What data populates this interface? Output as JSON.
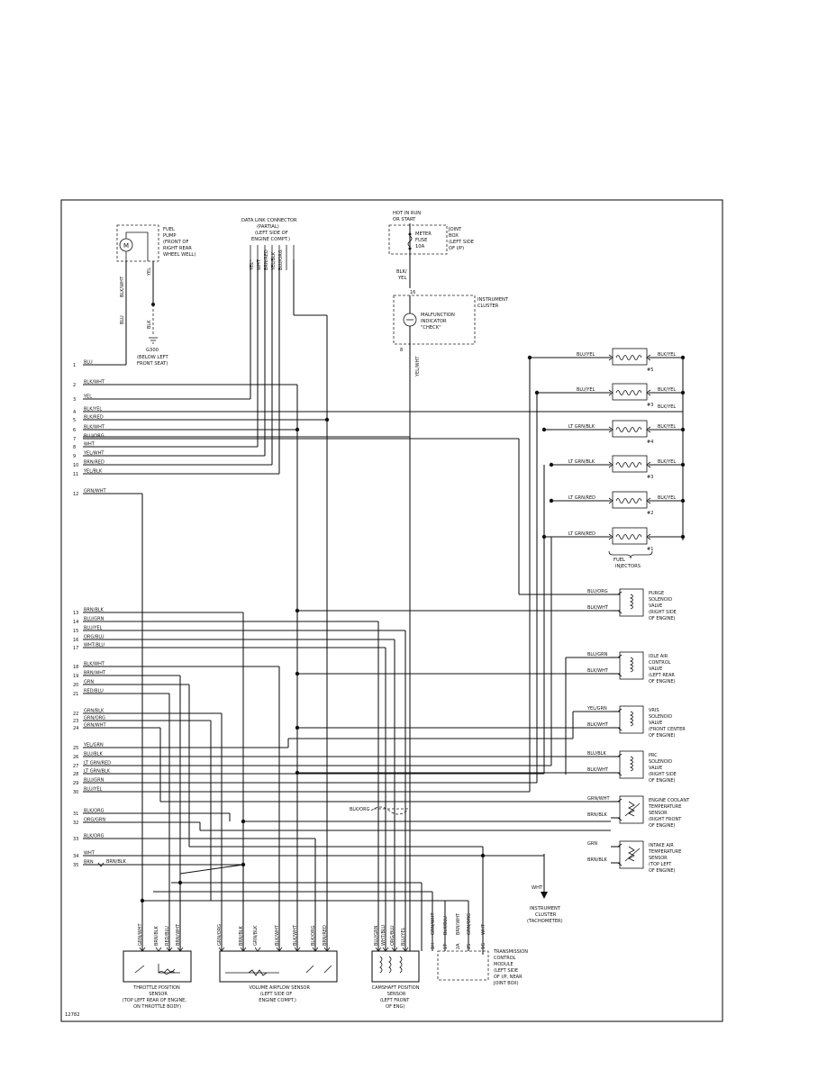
{
  "diagram_id": "12782",
  "harness_pins": [
    {
      "num": "1",
      "label": "BLU"
    },
    {
      "num": "2",
      "label": "BLK/WHT"
    },
    {
      "num": "3",
      "label": "YEL"
    },
    {
      "num": "4",
      "label": "BLK/YEL"
    },
    {
      "num": "5",
      "label": "BLK/RED"
    },
    {
      "num": "6",
      "label": "BLK/WHT"
    },
    {
      "num": "7",
      "label": "BLU/ORG"
    },
    {
      "num": "8",
      "label": "WHT"
    },
    {
      "num": "9",
      "label": "YEL/WHT"
    },
    {
      "num": "10",
      "label": "BRN/RED"
    },
    {
      "num": "11",
      "label": "YEL/BLK"
    },
    {
      "num": "12",
      "label": "GRN/WHT"
    },
    {
      "num": "13",
      "label": "BRN/BLK"
    },
    {
      "num": "14",
      "label": "BLU/GRN"
    },
    {
      "num": "15",
      "label": "BLU/YEL"
    },
    {
      "num": "16",
      "label": "ORG/BLU"
    },
    {
      "num": "17",
      "label": "WHT/BLU"
    },
    {
      "num": "18",
      "label": "BLK/WHT"
    },
    {
      "num": "19",
      "label": "BRN/WHT"
    },
    {
      "num": "20",
      "label": "GRN"
    },
    {
      "num": "21",
      "label": "RED/BLU"
    },
    {
      "num": "22",
      "label": "GRN/BLK"
    },
    {
      "num": "23",
      "label": "GRN/ORG"
    },
    {
      "num": "24",
      "label": "GRN/WHT"
    },
    {
      "num": "25",
      "label": "YEL/GRN"
    },
    {
      "num": "26",
      "label": "BLU/BLK"
    },
    {
      "num": "27",
      "label": "LT GRN/RED"
    },
    {
      "num": "28",
      "label": "LT GRN/BLK"
    },
    {
      "num": "29",
      "label": "BLU/GRN"
    },
    {
      "num": "30",
      "label": "BLU/YEL"
    },
    {
      "num": "31",
      "label": "BLK/ORG"
    },
    {
      "num": "32",
      "label": "ORG/GRN"
    },
    {
      "num": "33",
      "label": "BLK/ORG"
    },
    {
      "num": "34",
      "label": "WHT"
    },
    {
      "num": "35",
      "label": "BRN"
    }
  ],
  "components": {
    "fuel_pump": {
      "line1": "FUEL",
      "line2": "PUMP",
      "line3": "(FRONT OF",
      "line4": "RIGHT REAR",
      "line5": "WHEEL WELL)",
      "symbol": "M",
      "wire_a": "BLK/WHT",
      "wire_b": "YEL",
      "wire_c": "BLU",
      "wire_d": "BLK"
    },
    "ground": {
      "name": "G300",
      "loc1": "(BELOW LEFT",
      "loc2": "FRONT SEAT)"
    },
    "data_link": {
      "line1": "DATA LINK CONNECTOR",
      "line2": "(PARTIAL)",
      "line3": "(LEFT SIDE OF",
      "line4": "ENGINE COMPT.)",
      "pins": [
        "YEL",
        "WHT",
        "BRN/RED",
        "YEL/BLK",
        "BLU/ORG"
      ]
    },
    "power": {
      "line1": "HOT IN RUN",
      "line2": "OR START"
    },
    "joint_box": {
      "fuse1": "METER",
      "fuse2": "FUSE",
      "fuse3": "10A",
      "loc1": "JOINT",
      "loc2": "BOX",
      "loc3": "(LEFT SIDE",
      "loc4": "OF I/P)"
    },
    "instrument_cluster": {
      "line1": "INSTRUMENT",
      "line2": "CLUSTER",
      "lamp1": "MALFUNCTION",
      "lamp2": "INDICATOR",
      "lamp3": "\"CHECK\"",
      "wire_in_1": "BLK/",
      "wire_in_2": "YEL",
      "wire_out": "YEL/WHT",
      "pin_in": "16",
      "pin_out": "8"
    },
    "injectors": {
      "title1": "FUEL",
      "title2": "INJECTORS",
      "items": [
        {
          "id": "#5",
          "wire_in": "BLU/YEL",
          "wire_out": "BLK/YEL"
        },
        {
          "id": "#3",
          "wire_in": "BLU/YEL",
          "wire_out": "BLK/YEL"
        },
        {
          "id": "#4",
          "wire_in": "LT GRN/BLK",
          "wire_out": "BLK/YEL"
        },
        {
          "id": "#3",
          "wire_in": "LT GRN/BLK",
          "wire_out": "BLK/YEL"
        },
        {
          "id": "#2",
          "wire_in": "LT GRN/RED",
          "wire_out": "BLK/YEL"
        },
        {
          "id": "#1",
          "wire_in": "LT GRN/RED",
          "wire_out": ""
        }
      ],
      "common": "BLK/YEL"
    },
    "purge": {
      "l1": "PURGE",
      "l2": "SOLENOID",
      "l3": "VALVE",
      "l4": "(RIGHT SIDE",
      "l5": "OF ENGINE)",
      "w1": "BLU/ORG",
      "w2": "BLK/WHT"
    },
    "iac": {
      "l1": "IDLE AIR",
      "l2": "CONTROL",
      "l3": "VALVE",
      "l4": "(LEFT REAR",
      "l5": "OF ENGINE)",
      "w1": "BLU/GRN",
      "w2": "BLK/WHT"
    },
    "vris": {
      "l1": "VRIS",
      "l2": "SOLENOID",
      "l3": "VALVE",
      "l4": "(FRONT CENTER",
      "l5": "OF ENGINE)",
      "w1": "YEL/GRN",
      "w2": "BLK/WHT"
    },
    "prc": {
      "l1": "PRC",
      "l2": "SOLENOID",
      "l3": "VALVE",
      "l4": "(RIGHT SIDE",
      "l5": "OF ENGINE)",
      "w1": "BLU/BLK",
      "w2": "BLK/WHT"
    },
    "ect": {
      "l1": "ENGINE COOLANT",
      "l2": "TEMPERATURE",
      "l3": "SENSOR",
      "l4": "(RIGHT FRONT",
      "l5": "OF ENGINE)",
      "w1": "GRN/WHT",
      "w2": "BRN/BLK",
      "shield": "BLK/ORG"
    },
    "iat": {
      "l1": "INTAKE AIR",
      "l2": "TEMPERATURE",
      "l3": "SENSOR",
      "l4": "(TOP LEFT",
      "l5": "OF ENGINE)",
      "w1": "GRN",
      "w2": "BRN/BLK"
    },
    "tach": {
      "wire": "WHT",
      "l1": "INSTRUMENT",
      "l2": "CLUSTER",
      "l3": "(TACHOMETER)"
    },
    "tps": {
      "l1": "THROTTLE POSITION",
      "l2": "SENSOR",
      "l3": "(TOP LEFT REAR OF ENGINE,",
      "l4": "ON THROTTLE BODY)",
      "pins": [
        "GRN/WHT",
        "BRN/BLK",
        "RED/BLU",
        "BRN/WHT"
      ]
    },
    "vaf": {
      "l1": "VOLUME AIRFLOW SENSOR",
      "l2": "(LEFT SIDE OF",
      "l3": "ENGINE COMPT.)",
      "pins": [
        "GRN/ORG",
        "BRN/BLK",
        "GRN/BLK",
        "BLK/WHT",
        "BLK/WHT",
        "BLK/ORG",
        "BRN/RED"
      ]
    },
    "cmp": {
      "l1": "CAMSHAFT POSITION",
      "l2": "SENSOR",
      "l3": "(LEFT FRONT",
      "l4": "OF ENG)",
      "pins": [
        "BLU/GRN",
        "WHT/BLU",
        "ORG/BLU",
        "BLU/YEL"
      ]
    },
    "tcm": {
      "l1": "TRANSMISSION",
      "l2": "CONTROL",
      "l3": "MODULE",
      "l4": "(LEFT SIDE",
      "l5": "OF I/P, NEAR",
      "l6": "JOINT BOX)",
      "pins": [
        "GRN/WHT",
        "BLK/BLU",
        "BRN/WHT",
        "GRN/ORG",
        "WHT"
      ],
      "pin_nums": [
        "1H",
        "1T",
        "2A",
        "2S",
        "1G"
      ]
    }
  },
  "splice_wire_35": "BRN/BLK"
}
